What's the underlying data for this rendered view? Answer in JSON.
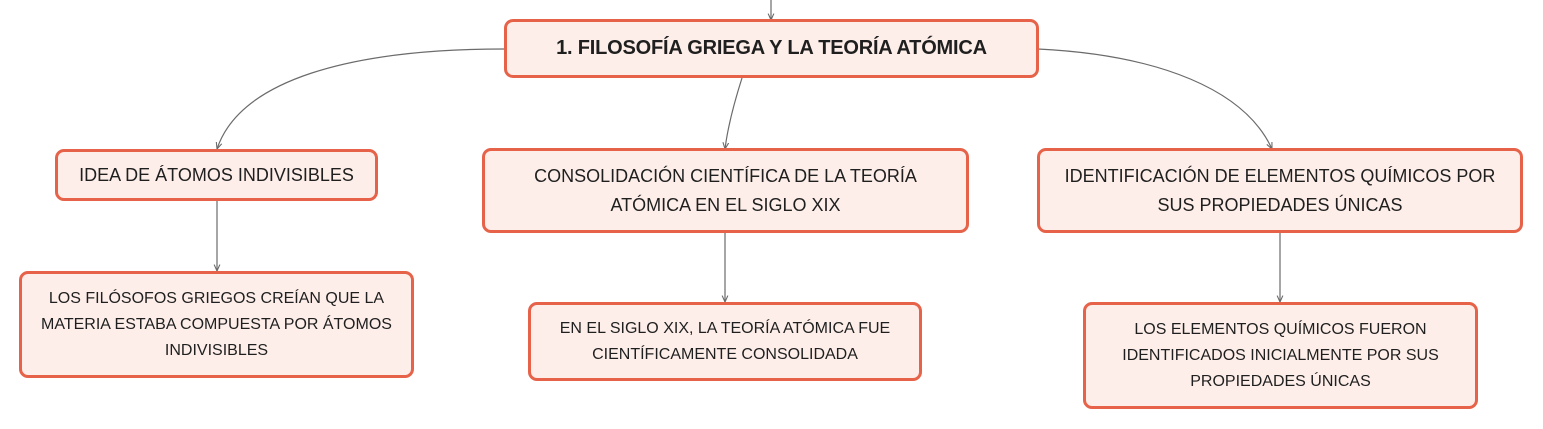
{
  "root": {
    "label": "1. FILOSOFÍA GRIEGA Y LA TEORÍA ATÓMICA"
  },
  "branches": [
    {
      "label": "IDEA DE ÁTOMOS INDIVISIBLES",
      "child": "LOS FILÓSOFOS GRIEGOS CREÍAN QUE LA MATERIA ESTABA COMPUESTA POR ÁTOMOS INDIVISIBLES"
    },
    {
      "label": "CONSOLIDACIÓN CIENTÍFICA DE LA TEORÍA ATÓMICA EN EL SIGLO XIX",
      "child": "EN EL SIGLO XIX, LA TEORÍA ATÓMICA FUE CIENTÍFICAMENTE CONSOLIDADA"
    },
    {
      "label": "IDENTIFICACIÓN DE ELEMENTOS QUÍMICOS POR SUS PROPIEDADES ÚNICAS",
      "child": "LOS ELEMENTOS QUÍMICOS FUERON IDENTIFICADOS INICIALMENTE POR SUS PROPIEDADES ÚNICAS"
    }
  ],
  "colors": {
    "node_border": "#e6634a",
    "node_fill": "#fdeee9",
    "connector": "#6b6b6b"
  }
}
